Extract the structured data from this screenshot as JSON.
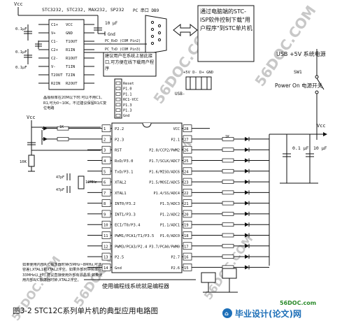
{
  "top_label": "Vcc",
  "max232": {
    "title": "STC3232, STC232, MAX232, SP232",
    "left_pins": [
      "C1+",
      "V+",
      "C1-",
      "C2+",
      "C2-",
      "V-",
      "T2OUT",
      "R2IN"
    ],
    "right_pins": [
      "VCC",
      "GND",
      "T1OUT",
      "R1IN",
      "R1OUT",
      "T1IN",
      "T2IN",
      "R2OUT"
    ],
    "left_caps": [
      "0.1μF",
      "0.1μF",
      "0.1μF"
    ],
    "right_cap": "10 μF",
    "gnd": "Gnd",
    "note": "晶振频率在20M以下时:可以不用C1、R1,可为0~10K。不过建议保留R1/C复位电路"
  },
  "db9": {
    "title": "PC 串口 DB9",
    "rxd": "PC_RxD (COM Pin2)",
    "txd": "PC_TxD (COM Pin3)"
  },
  "isp_note": "通过电脑端的STC-ISP软件控制下载\"用户程序\"到STC单片机",
  "suggest_note": "建议用户在系统上留此接口,可方便在线下载用户程序",
  "usb": {
    "connector": "USB-",
    "pins": "+5V D- D+ GND",
    "power_label": "USB +5V 系统电源",
    "sw": "SW1",
    "power_on": "Power On 电源开关",
    "vcc": "Vcc",
    "cap1": "0.1 μF",
    "cap2": "10 μF"
  },
  "header_pins": [
    "Reset",
    "P1.0",
    "P1.1",
    "RC1-VCC",
    "P1.3",
    "P1.3",
    "Gnd"
  ],
  "mcu": {
    "left_pins": [
      "P2.2",
      "P2.3",
      "RST",
      "RxD/P3.0",
      "TxD/P3.1",
      "XTAL2",
      "XTAL1",
      "INT0/P3.2",
      "INT1/P3.3",
      "ECI/T0/P3.4",
      "PWM1/PCA1/T1/P3.5",
      "PWM3/PCA3/P2.4",
      "P2.5",
      "Gnd"
    ],
    "right_pins": [
      "VCC",
      "P2.1",
      "P2.0/CCP2/PWM2",
      "P1.7/SCLK/ADC7",
      "P1.6/MISO/ADC6",
      "P1.5/MOSI/ADC5",
      "P1.4/SS/ADC4",
      "P1.3/ADC3",
      "P1.2/ADC2",
      "P1.1/ADC1",
      "P1.0/ADC0",
      "P3.7/PCA0/PWM0",
      "P2.7",
      "P2.6"
    ],
    "left_nums": [
      "1",
      "2",
      "3",
      "4",
      "5",
      "6",
      "7",
      "8",
      "9",
      "10",
      "11",
      "12",
      "13",
      "14"
    ],
    "right_nums": [
      "28",
      "27",
      "26",
      "25",
      "24",
      "23",
      "22",
      "21",
      "20",
      "19",
      "18",
      "17",
      "16",
      "15"
    ],
    "crystal": "12MHz",
    "cap_labels": [
      "47pF",
      "47pF"
    ]
  },
  "resistor_value": "1K",
  "resistor_value_left": "10K",
  "bottom_note": "如果使用内部R/C振荡器时钟(5MHz~8MHz,可选容差),XTAL1和XTAL2浮空。如果外部时钟频率在33MHz以上时,建议直接使用外部有源晶振;如果使用内部R/C振荡器时钟,XTAL2浮空。",
  "programming_note": "使用编程线系统就是编程器",
  "caption": "图3-2   STC12C系列单片机的典型应用电路图",
  "brand": {
    "site": "56DOC.com",
    "name": "毕业设计(论文)网"
  },
  "watermarks": [
    "56DOC.COM",
    "56DOC.COM",
    "56DOC.COM",
    "56DOC.COM",
    "56DOC.COM",
    "56DOC.COM"
  ]
}
